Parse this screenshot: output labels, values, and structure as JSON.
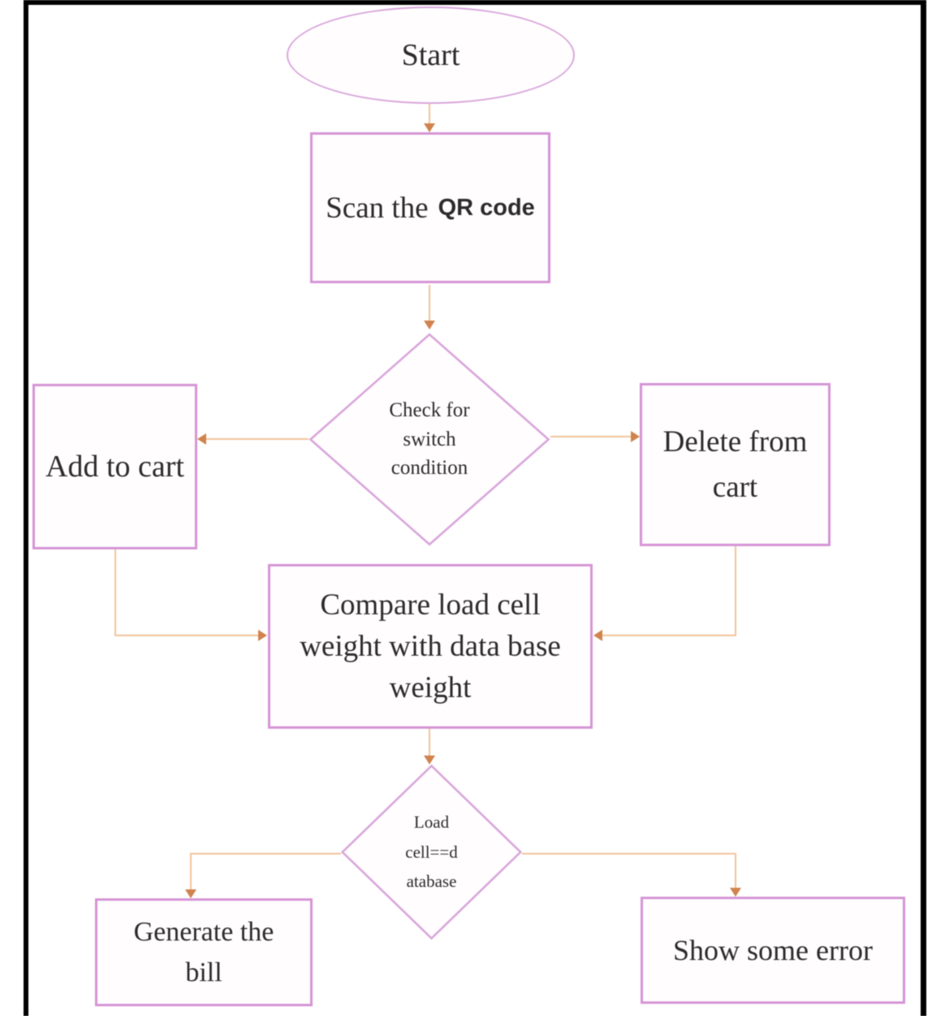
{
  "colors": {
    "shape_border": "#d9a6db",
    "box_border": "#d594d6",
    "arrow_line": "#f2c49b",
    "arrow_head": "#d0834e",
    "text": "#2e2b2c",
    "frame": "#000000"
  },
  "nodes": {
    "start": {
      "label": "Start"
    },
    "scan_qr": {
      "prefix": "Scan the",
      "bold": "QR code"
    },
    "check_switch": {
      "lines": [
        "Check for",
        "switch",
        "condition"
      ]
    },
    "add_cart": {
      "label": "Add to cart"
    },
    "delete_cart": {
      "lines": [
        "Delete from",
        "cart"
      ]
    },
    "compare_weight": {
      "lines": [
        "Compare load cell",
        "weight with data base",
        "weight"
      ]
    },
    "load_cell_check": {
      "lines": [
        "Load",
        "cell==d",
        "atabase"
      ]
    },
    "generate_bill": {
      "lines": [
        "Generate the",
        "bill"
      ]
    },
    "show_error": {
      "label": "Show some error"
    }
  }
}
